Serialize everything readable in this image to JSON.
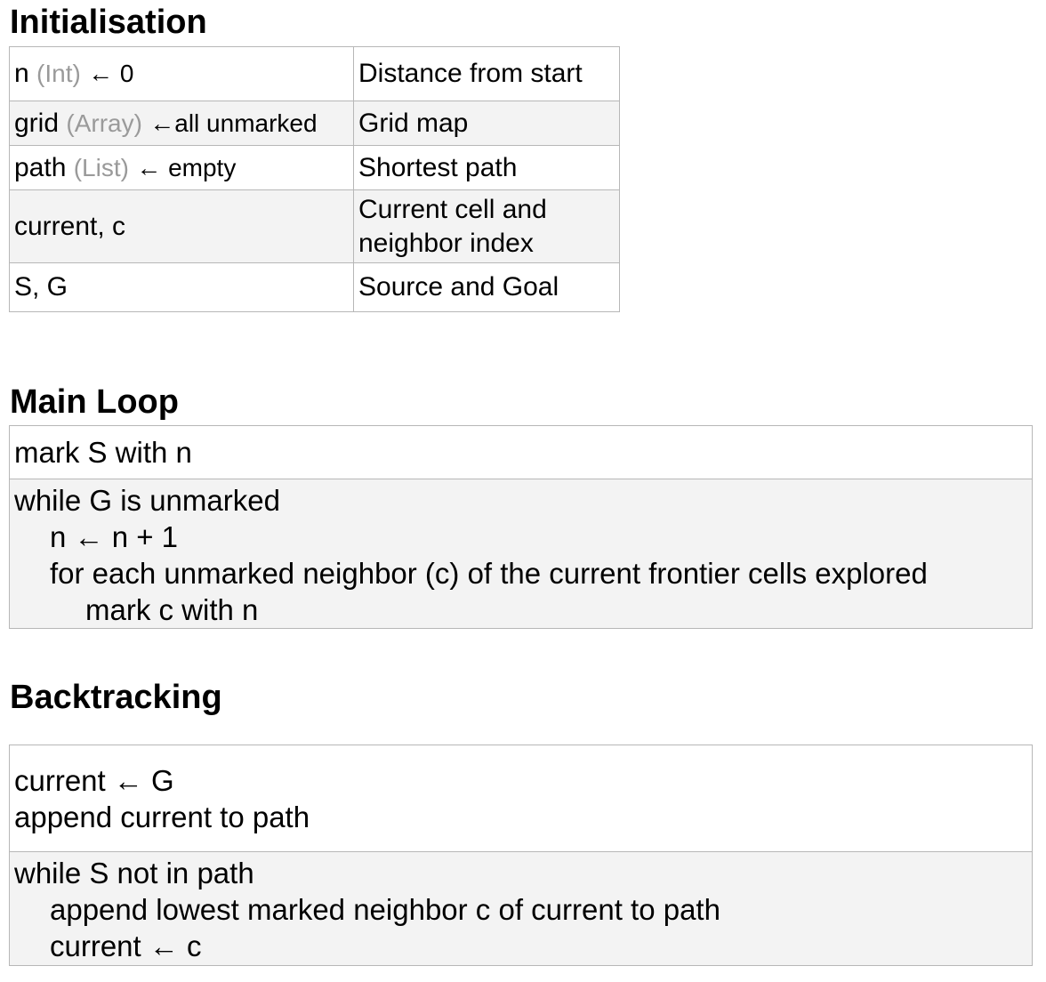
{
  "sections": {
    "init_title": "Initialisation",
    "main_title": "Main Loop",
    "back_title": "Backtracking"
  },
  "init_table": [
    {
      "name": "n",
      "type": "(Int)",
      "init": "← 0",
      "description": "Distance from start"
    },
    {
      "name": "grid",
      "type": "(Array)",
      "init": "←all unmarked",
      "description": "Grid map"
    },
    {
      "name": "path",
      "type": "(List)",
      "init": "← empty",
      "description": "Shortest path"
    },
    {
      "name": "current, c",
      "type": "",
      "init": "",
      "description": "Current cell and neighbor index"
    },
    {
      "name": "S, G",
      "type": "",
      "init": "",
      "description": "Source and Goal"
    }
  ],
  "main_loop": {
    "row1": [
      "mark S with n"
    ],
    "row2": [
      "while G is unmarked",
      "n ← n + 1",
      "for each unmarked neighbor (c) of the current frontier cells explored",
      "mark c with n"
    ]
  },
  "backtracking": {
    "row1": [
      "current ← G",
      "append current to path"
    ],
    "row2": [
      "while S not in path",
      "append lowest marked neighbor c of current to path",
      "current ← c"
    ]
  }
}
